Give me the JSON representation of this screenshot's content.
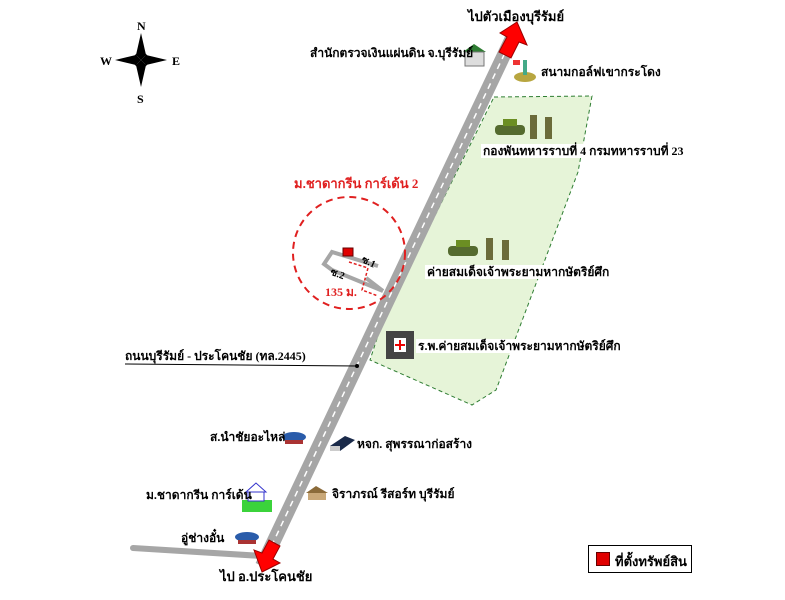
{
  "compass": {
    "north": "N",
    "south": "S",
    "east": "E",
    "west": "W"
  },
  "directions": {
    "to_city": "ไปตัวเมืองบุรีรัมย์",
    "to_district": "ไป อ.ประโคนชัย"
  },
  "road_name": "ถนนบุรีรัมย์ - ประโคนชัย (ทล.2445)",
  "property": {
    "title": "ม.ชาดากรีน การ์เด้น 2",
    "soi_1": "ซ.1",
    "soi_2": "ซ.2",
    "distance": "135 ม."
  },
  "landmarks": [
    "สำนักตรวจเงินแผ่นดิน จ.บุรีรัมย์",
    "สนามกอล์ฟเขากระโดง",
    "กองพันทหารราบที่ 4 กรมทหารราบที่ 23",
    "ค่ายสมเด็จเจ้าพระยามหากษัตริย์ศึก",
    "ร.พ.ค่ายสมเด็จเจ้าพระยามหากษัตริย์ศึก",
    "ส.นำชัยอะไหล่",
    "หจก. สุพรรณาก่อสร้าง",
    "ม.ชาดากรีน การ์เด้น",
    "จิราภรณ์ รีสอร์ท บุรีรัมย์",
    "อู่ช่างอั๋น"
  ],
  "legend": {
    "label": "ที่ตั้งทรัพย์สิน",
    "color": "#e00000"
  },
  "colors": {
    "road": "#a6a6a6",
    "zone": "#e6f4d8",
    "zone_border": "#2e7d32",
    "arrow": "#ff0000",
    "circle": "#e02020"
  }
}
